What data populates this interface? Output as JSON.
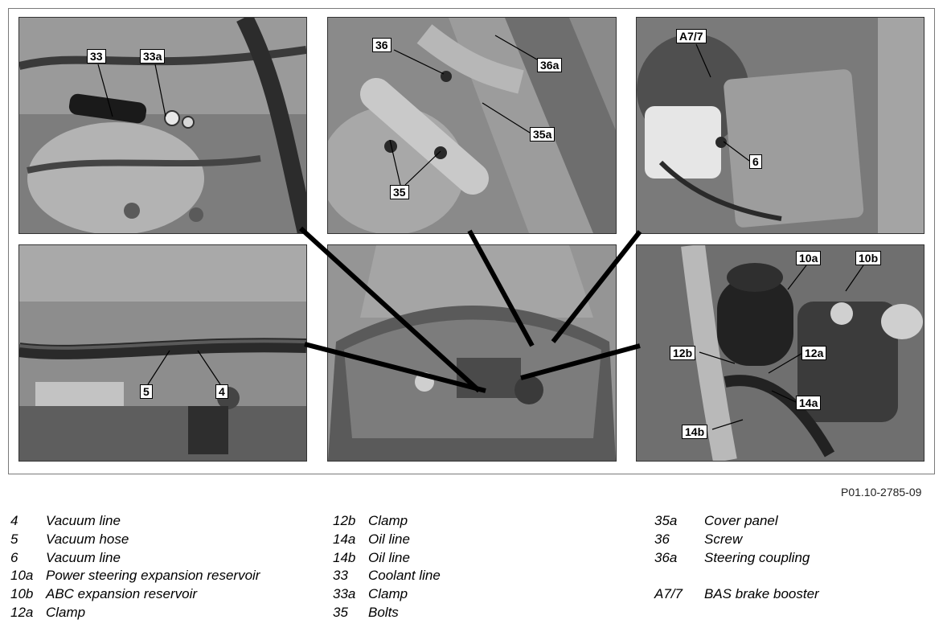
{
  "figure_id": "P01.10-2785-09",
  "callouts": {
    "c33": "33",
    "c33a": "33a",
    "c36": "36",
    "c36a": "36a",
    "c35a": "35a",
    "c35": "35",
    "cA77": "A7/7",
    "c6": "6",
    "c5": "5",
    "c4": "4",
    "c10a": "10a",
    "c10b": "10b",
    "c12b": "12b",
    "c12a": "12a",
    "c14a": "14a",
    "c14b": "14b"
  },
  "legend": {
    "col1": [
      {
        "code": "4",
        "text": "Vacuum line"
      },
      {
        "code": "5",
        "text": "Vacuum hose"
      },
      {
        "code": "6",
        "text": "Vacuum line"
      },
      {
        "code": "10a",
        "text": "Power steering expansion reservoir"
      },
      {
        "code": "10b",
        "text": "ABC expansion reservoir"
      },
      {
        "code": "12a",
        "text": "Clamp"
      }
    ],
    "col2": [
      {
        "code": "12b",
        "text": "Clamp"
      },
      {
        "code": "14a",
        "text": "Oil line"
      },
      {
        "code": "14b",
        "text": "Oil line"
      },
      {
        "code": "33",
        "text": "Coolant line"
      },
      {
        "code": "33a",
        "text": "Clamp"
      },
      {
        "code": "35",
        "text": "Bolts"
      }
    ],
    "col3": [
      {
        "code": "35a",
        "text": "Cover panel"
      },
      {
        "code": "36",
        "text": "Screw"
      },
      {
        "code": "36a",
        "text": "Steering coupling"
      },
      {
        "code": "",
        "text": ""
      },
      {
        "code": "A7/7",
        "text": "BAS brake booster"
      }
    ]
  }
}
